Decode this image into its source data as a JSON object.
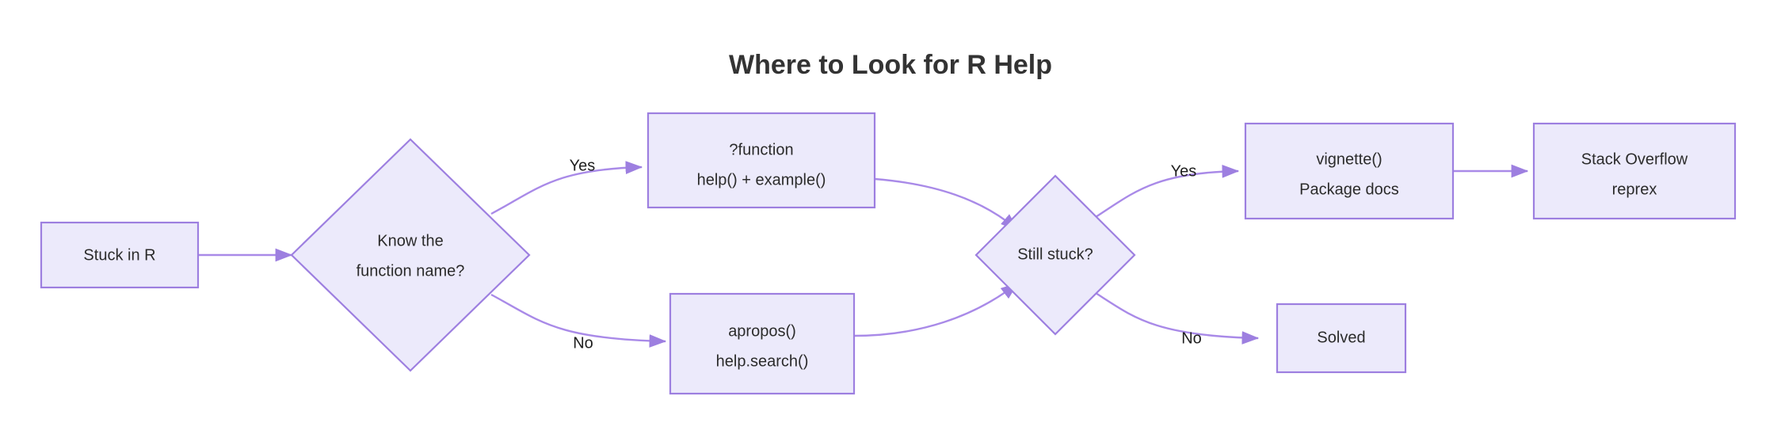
{
  "diagram": {
    "title": "Where to Look for R Help",
    "type": "flowchart",
    "direction": "left-to-right",
    "colors": {
      "node_fill": "#ECEAFB",
      "node_stroke": "#9D7FE0",
      "edge_stroke": "#A98AE8",
      "title_text": "#333333",
      "node_text": "#2b2b2b",
      "background": "#ffffff"
    },
    "nodes": [
      {
        "id": "start",
        "shape": "rect",
        "lines": [
          "Stuck in R"
        ],
        "line1": "Stuck in R"
      },
      {
        "id": "know_name",
        "shape": "diamond",
        "lines": [
          "Know the",
          "function name?"
        ],
        "line1": "Know the",
        "line2": "function name?"
      },
      {
        "id": "direct_help",
        "shape": "rect",
        "lines": [
          "?function",
          "help() + example()"
        ],
        "line1": "?function",
        "line2": "help() + example()"
      },
      {
        "id": "search_help",
        "shape": "rect",
        "lines": [
          "apropos()",
          "help.search()"
        ],
        "line1": "apropos()",
        "line2": "help.search()"
      },
      {
        "id": "still_stuck",
        "shape": "diamond",
        "lines": [
          "Still stuck?"
        ],
        "line1": "Still stuck?"
      },
      {
        "id": "vignettes",
        "shape": "rect",
        "lines": [
          "vignette()",
          "Package docs"
        ],
        "line1": "vignette()",
        "line2": "Package docs"
      },
      {
        "id": "stack_overflow",
        "shape": "rect",
        "lines": [
          "Stack Overflow",
          "reprex"
        ],
        "line1": "Stack Overflow",
        "line2": "reprex"
      },
      {
        "id": "solved",
        "shape": "rect",
        "lines": [
          "Solved"
        ],
        "line1": "Solved"
      }
    ],
    "edges": [
      {
        "id": "e1",
        "from": "start",
        "to": "know_name",
        "label": ""
      },
      {
        "id": "e2",
        "from": "know_name",
        "to": "direct_help",
        "label": "Yes"
      },
      {
        "id": "e3",
        "from": "know_name",
        "to": "search_help",
        "label": "No"
      },
      {
        "id": "e4",
        "from": "direct_help",
        "to": "still_stuck",
        "label": ""
      },
      {
        "id": "e5",
        "from": "search_help",
        "to": "still_stuck",
        "label": ""
      },
      {
        "id": "e6",
        "from": "still_stuck",
        "to": "vignettes",
        "label": "Yes"
      },
      {
        "id": "e7",
        "from": "still_stuck",
        "to": "solved",
        "label": "No"
      },
      {
        "id": "e8",
        "from": "vignettes",
        "to": "stack_overflow",
        "label": ""
      }
    ]
  }
}
